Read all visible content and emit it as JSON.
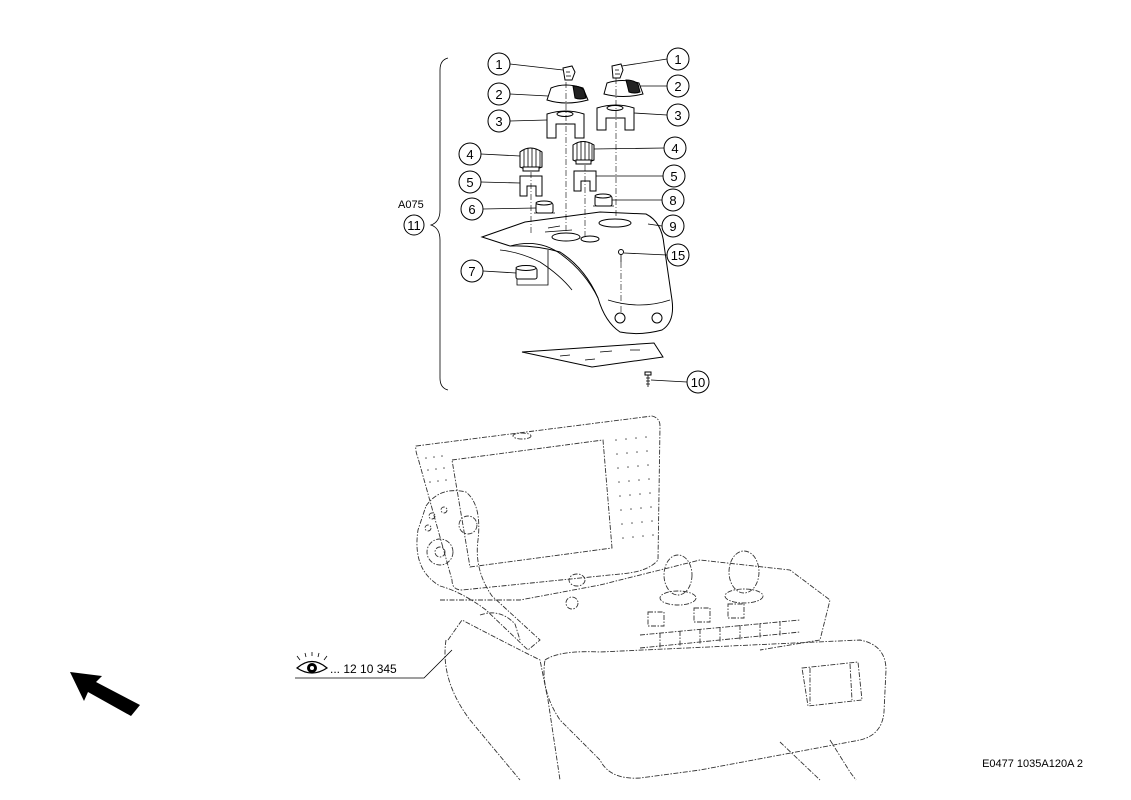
{
  "assembly": {
    "code": "A075",
    "number": "11"
  },
  "callouts": {
    "c1a": "1",
    "c1b": "1",
    "c2a": "2",
    "c2b": "2",
    "c3a": "3",
    "c3b": "3",
    "c4a": "4",
    "c4b": "4",
    "c5a": "5",
    "c5b": "5",
    "c6": "6",
    "c7": "7",
    "c8": "8",
    "c9": "9",
    "c10": "10",
    "c15": "15"
  },
  "reference": {
    "icon": "eye-icon",
    "text": "... 12 10 345"
  },
  "direction_arrow": {
    "icon": "direction-arrow-icon"
  },
  "drawing_id": "E0477 1035A120A 2"
}
